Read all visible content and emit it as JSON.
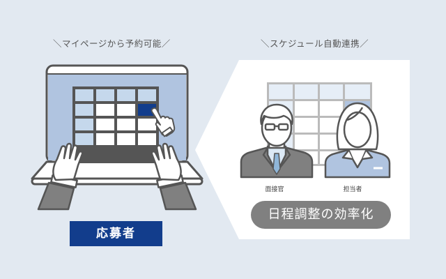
{
  "captions": {
    "left": "＼マイページから予約可能／",
    "right": "＼スケジュール自動連携／"
  },
  "labels": {
    "applicant": "応募者",
    "interviewer": "面接官",
    "staff": "担当者",
    "benefit": "日程調整の効率化"
  },
  "colors": {
    "background": "#e2e9f1",
    "brand_navy": "#123d8c",
    "screen_blue": "#b0c4e0",
    "cell_light": "#c5d8ec",
    "outline_gray": "#555555",
    "suit_gray": "#808080",
    "pill_gray": "#808080"
  },
  "icons": [
    "laptop-icon",
    "calendar-grid-icon",
    "pointing-hand-icon",
    "typing-hands-icon",
    "interviewer-icon",
    "staff-icon"
  ]
}
